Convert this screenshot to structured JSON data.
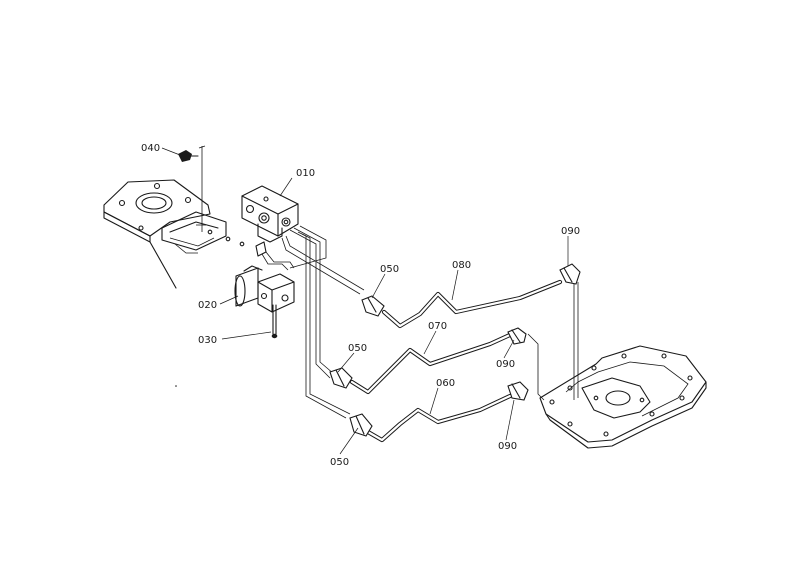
{
  "diagram": {
    "callouts": [
      {
        "id": "valve",
        "text": "010"
      },
      {
        "id": "solenoid",
        "text": "020"
      },
      {
        "id": "bolt-lower",
        "text": "030"
      },
      {
        "id": "bolt-upper",
        "text": "040"
      },
      {
        "id": "fitting-a",
        "text": "050"
      },
      {
        "id": "fitting-b",
        "text": "050"
      },
      {
        "id": "fitting-c",
        "text": "050"
      },
      {
        "id": "pipe-lower",
        "text": "060"
      },
      {
        "id": "pipe-middle",
        "text": "070"
      },
      {
        "id": "pipe-upper",
        "text": "080"
      },
      {
        "id": "elbow-top",
        "text": "090"
      },
      {
        "id": "elbow-mid",
        "text": "090"
      },
      {
        "id": "elbow-bottom",
        "text": "090"
      }
    ]
  }
}
